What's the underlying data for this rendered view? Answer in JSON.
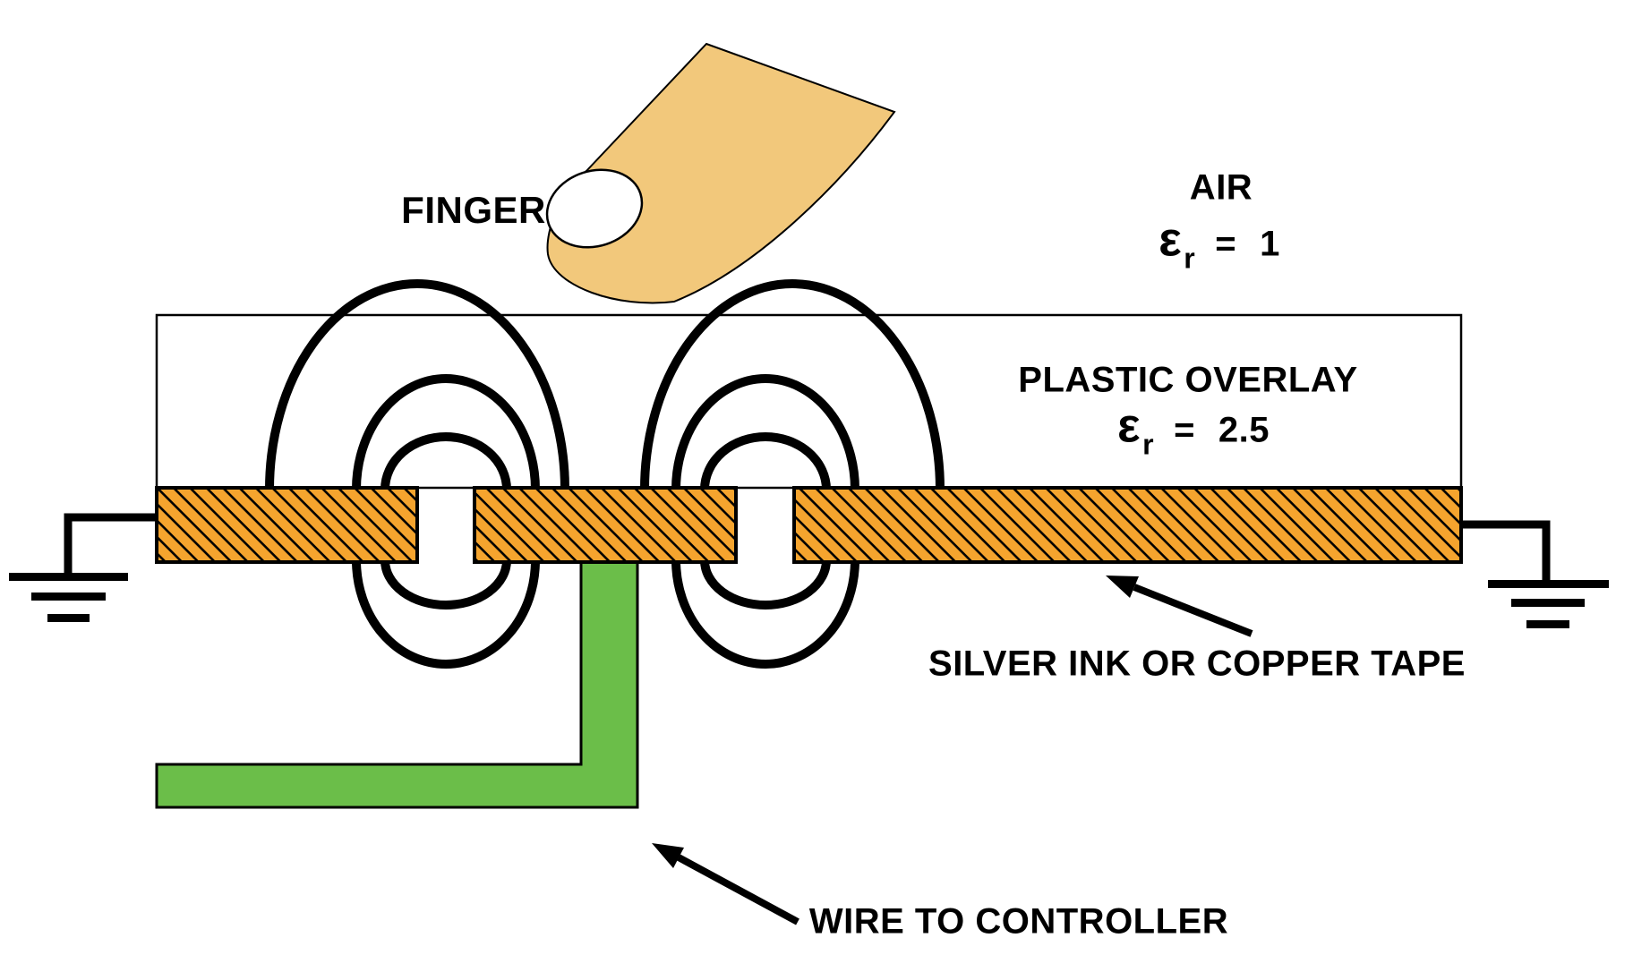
{
  "colors": {
    "background": "#FFFFFF",
    "finger_skin": "#F2C87B",
    "electrode_orange": "#F5A42E",
    "wire_green": "#6BBE49",
    "ink": "#000000"
  },
  "labels": {
    "finger": "FINGER",
    "air": {
      "title": "AIR",
      "epsilon": "ε",
      "subscript": "r",
      "equals": "=",
      "value": "1"
    },
    "overlay": {
      "title": "PLASTIC OVERLAY",
      "epsilon": "ε",
      "subscript": "r",
      "equals": "=",
      "value": "2.5"
    },
    "electrode": "SILVER INK OR COPPER TAPE",
    "wire": "WIRE TO CONTROLLER"
  }
}
